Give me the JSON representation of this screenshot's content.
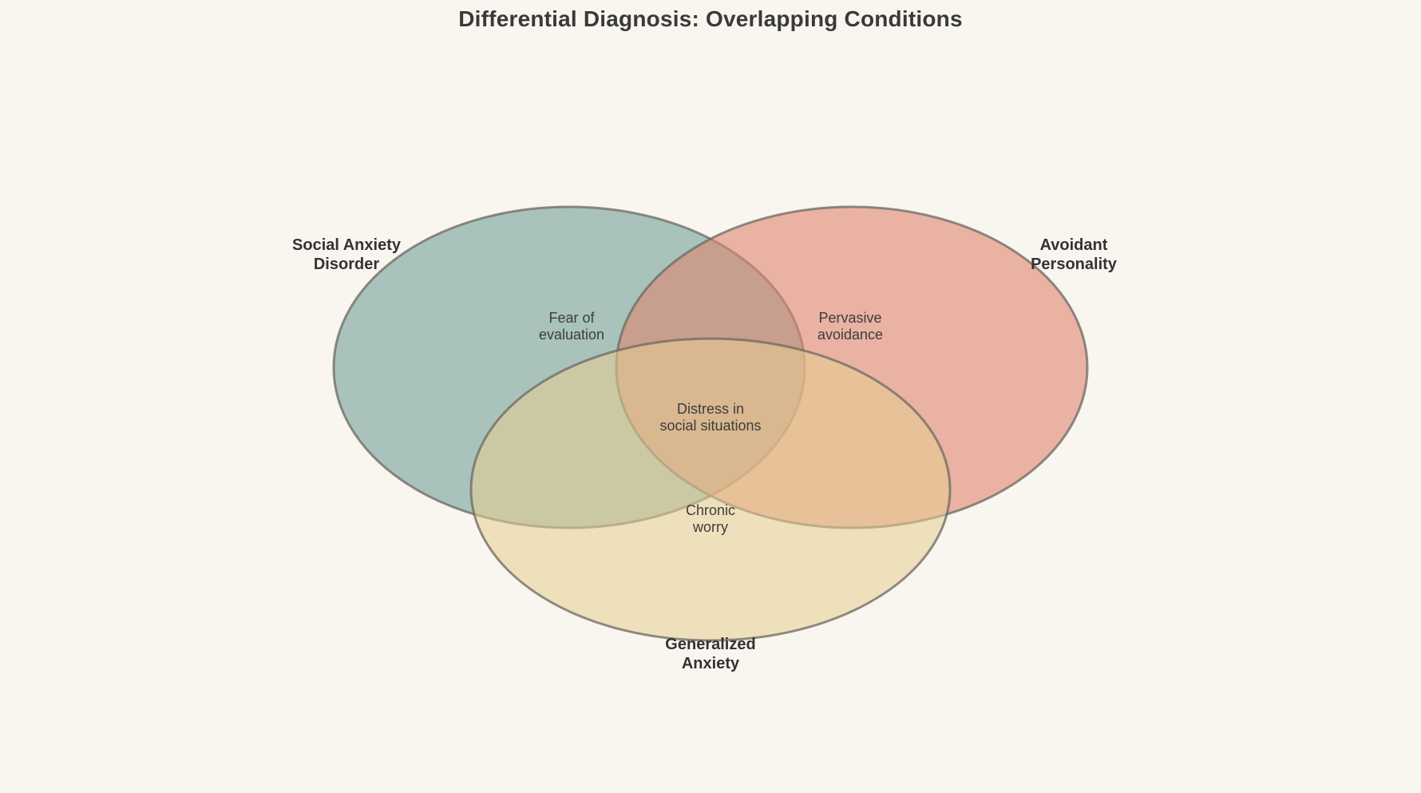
{
  "title": "Differential Diagnosis: Overlapping Conditions",
  "colors": {
    "background": "#F9F6F0",
    "title_text": "#3A3A3A",
    "set_label_text": "#333333",
    "overlap_label_text": "#3D3D3D",
    "ellipse_stroke": "#6B6862"
  },
  "venn": {
    "type": "venn3",
    "sets": [
      {
        "id": "social-anxiety-disorder",
        "label": "Social Anxiety\nDisorder",
        "unique_trait": "Fear of\nevaluation",
        "fill": "#6F9C95",
        "fill_opacity": "0.58"
      },
      {
        "id": "avoidant-personality",
        "label": "Avoidant\nPersonality",
        "unique_trait": "Pervasive\navoidance",
        "fill": "#DE8670",
        "fill_opacity": "0.60"
      },
      {
        "id": "generalized-anxiety",
        "label": "Generalized\nAnxiety",
        "unique_trait": "Chronic\nworry",
        "fill": "#E8CE92",
        "fill_opacity": "0.55"
      }
    ],
    "shared_all": {
      "label": "Distress in\nsocial situations"
    }
  }
}
